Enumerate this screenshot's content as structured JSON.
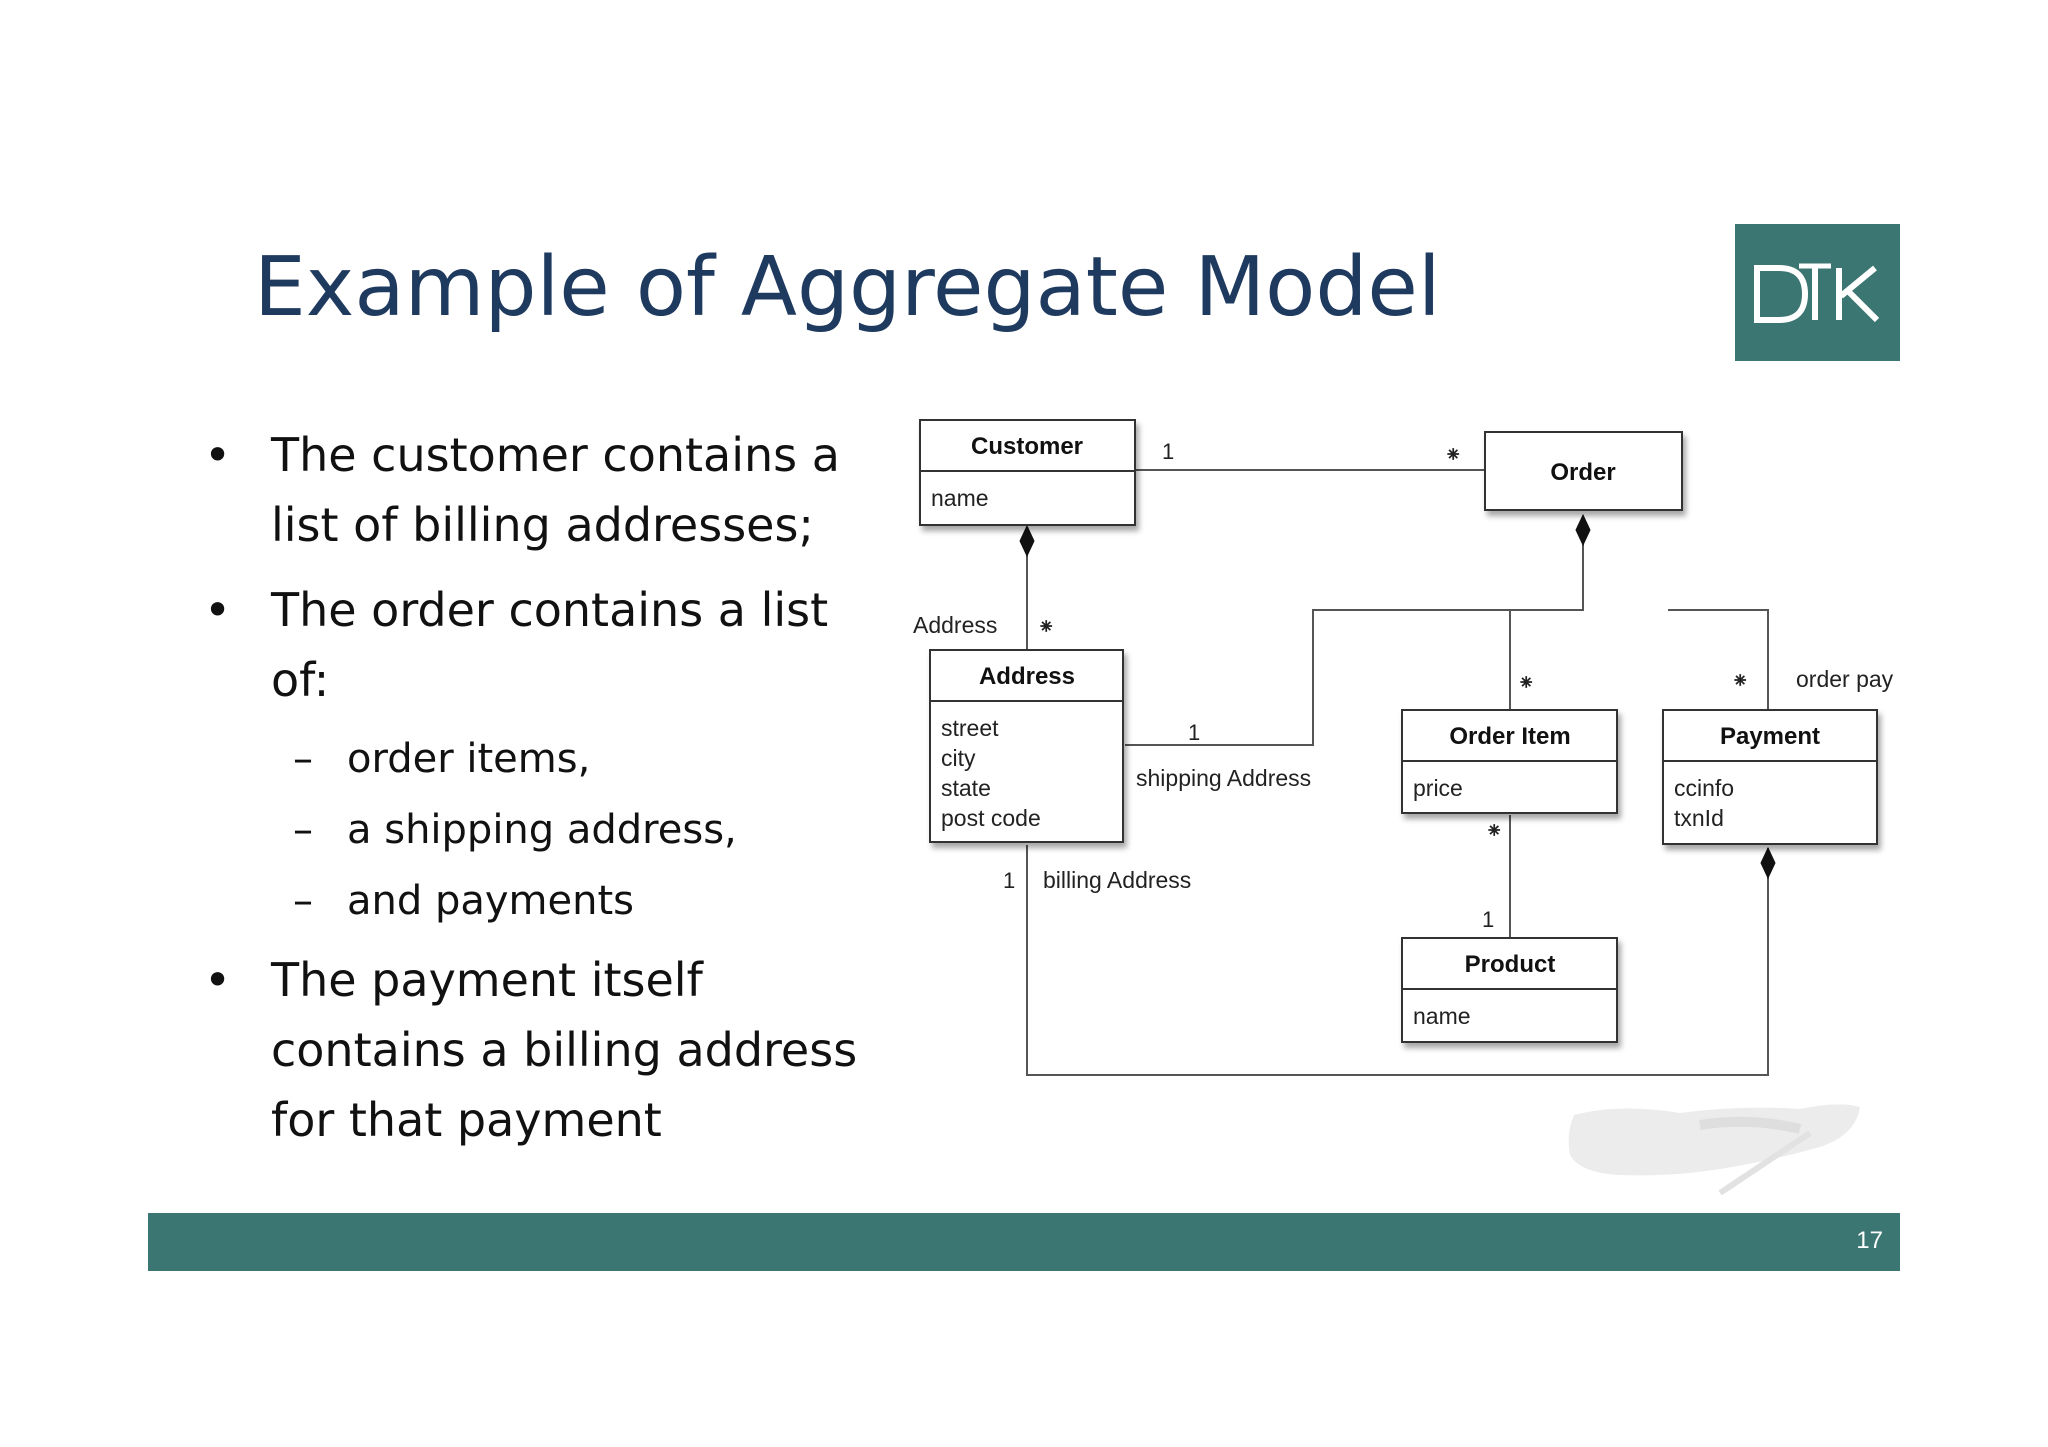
{
  "slide": {
    "title": "Example of Aggregate Model",
    "logo_text": "DTK",
    "page_number": "17",
    "colors": {
      "title": "#1f3a5f",
      "brand": "#3b7673",
      "text": "#111111",
      "background": "#ffffff"
    }
  },
  "bullets": [
    {
      "text": "The customer contains a list of billing addresses;",
      "marker": "•"
    },
    {
      "text": "The order contains a list of:",
      "marker": "•"
    },
    {
      "text": "The payment itself contains a billing address for that payment",
      "marker": "•"
    }
  ],
  "sub_bullets": [
    {
      "text": "order items,",
      "marker": "–"
    },
    {
      "text": "a shipping address,",
      "marker": "–"
    },
    {
      "text": "and payments",
      "marker": "–"
    }
  ],
  "diagram": {
    "classes": {
      "customer": {
        "name": "Customer",
        "attributes": [
          "name"
        ]
      },
      "order": {
        "name": "Order",
        "attributes": []
      },
      "address": {
        "name": "Address",
        "attributes": [
          "street",
          "city",
          "state",
          "post code"
        ]
      },
      "order_item": {
        "name": "Order Item",
        "attributes": [
          "price"
        ]
      },
      "payment": {
        "name": "Payment",
        "attributes": [
          "ccinfo",
          "txnId"
        ]
      },
      "product": {
        "name": "Product",
        "attributes": [
          "name"
        ]
      }
    },
    "labels": {
      "customer_order_one": "1",
      "customer_order_many": "⁕",
      "address_role": "Address",
      "address_many": "⁕",
      "shipping_one": "1",
      "shipping_role": "shipping Address",
      "billing_one": "1",
      "billing_role": "billing Address",
      "order_item_many": "⁕",
      "payment_many": "⁕",
      "payment_role": "order pay",
      "product_many": "⁕",
      "product_one": "1"
    }
  }
}
